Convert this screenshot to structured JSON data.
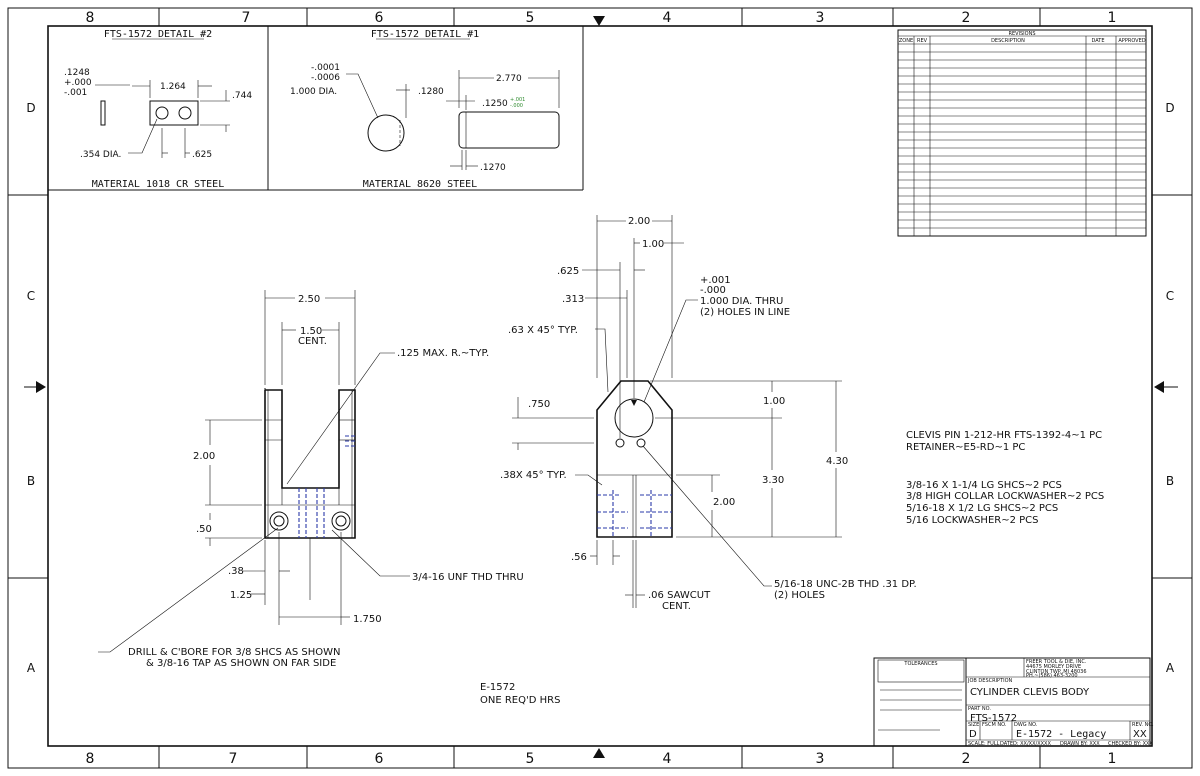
{
  "border": {
    "columns": [
      "8",
      "7",
      "6",
      "5",
      "4",
      "3",
      "2",
      "1"
    ],
    "rows": [
      "D",
      "C",
      "B",
      "A"
    ]
  },
  "detail2": {
    "title": "FTS-1572 DETAIL #2",
    "tol_lines": [
      ".1248",
      "+.000",
      "-.001"
    ],
    "dim_width": "1.264",
    "dim_height": ".744",
    "dim_hole": ".354 DIA.",
    "dim_pitch": ".625",
    "material": "MATERIAL 1018 CR STEEL"
  },
  "detail1": {
    "title": "FTS-1572 DETAIL #1",
    "tol_lines": [
      "-.0001",
      "-.0006",
      "1.000 DIA."
    ],
    "dim_1280": ".1280",
    "dim_length": "2.770",
    "dim_1250": ".1250",
    "dim_1250_tol": [
      "+.001",
      "-.000"
    ],
    "dim_1270": ".1270",
    "material": "MATERIAL 8620 STEEL"
  },
  "revisions": {
    "title": "REVISIONS",
    "headers": [
      "ZONE",
      "REV",
      "DESCRIPTION",
      "DATE",
      "APPROVED"
    ]
  },
  "front_view": {
    "dim_250": "2.50",
    "dim_150": "1.50",
    "cent": "CENT.",
    "radius_note": ".125 MAX. R.~TYP.",
    "dim_200": "2.00",
    "dim_50": ".50",
    "dim_38": ".38",
    "dim_125": "1.25",
    "dim_1750": "1.750",
    "thread_note": "3/4-16 UNF THD THRU"
  },
  "side_view": {
    "dim_200": "2.00",
    "dim_100": "1.00",
    "dim_625": ".625",
    "dim_313": ".313",
    "chamfer1": ".63 X 45° TYP.",
    "hole_tol": [
      "+.001",
      "-.000"
    ],
    "hole_note": [
      "1.000 DIA. THRU",
      "(2) HOLES IN LINE"
    ],
    "dim_750": ".750",
    "chamfer2": ".38X 45° TYP.",
    "dim_100b": "1.00",
    "dim_330": "3.30",
    "dim_430": "4.30",
    "dim_200b": "2.00",
    "dim_56": ".56",
    "sawcut": [
      ".06 SAWCUT",
      "CENT."
    ],
    "tap_note": [
      "5/16-18 UNC-2B THD .31 DP.",
      "(2) HOLES"
    ]
  },
  "bom": [
    "CLEVIS PIN 1-212-HR   FTS-1392-4~1 PC",
    "RETAINER~E5-RD~1 PC",
    "3/8-16 X 1-1/4 LG SHCS~2 PCS",
    "3/8 HIGH COLLAR LOCKWASHER~2 PCS",
    "5/16-18 X 1/2 LG SHCS~2 PCS",
    "5/16 LOCKWASHER~2 PCS"
  ],
  "drill_note": [
    "DRILL & C'BORE FOR 3/8 SHCS AS SHOWN",
    "& 3/8-16 TAP AS SHOWN ON FAR SIDE"
  ],
  "job_note": [
    "E-1572",
    "ONE REQ'D HRS"
  ],
  "title_block": {
    "tolerances": "TOLERANCES",
    "company": [
      "FREER TOOL & DIE, INC.",
      "44675 MORLEY DRIVE",
      "CLINTON TWP.,MI 48036",
      "PH.~(586) 463-3200"
    ],
    "job_desc_label": "JOB DESCRIPTION",
    "title": "CYLINDER CLEVIS BODY",
    "part_no_label": "PART NO.",
    "part_no": "FTS-1572",
    "size_label": "SIZE",
    "size": "D",
    "fscm_label": "FSCM NO.",
    "dwg_label": "DWG NO.",
    "dwg_no": "E-1572 - Legacy",
    "rev_label": "REV. NO.",
    "rev": "XX",
    "scale": "SCALE: FULL",
    "dated": "DATED: XX/XX/XXXX",
    "drawn": "DRAWN BY: XXX",
    "checked": "CHECKED BY: XXX"
  }
}
